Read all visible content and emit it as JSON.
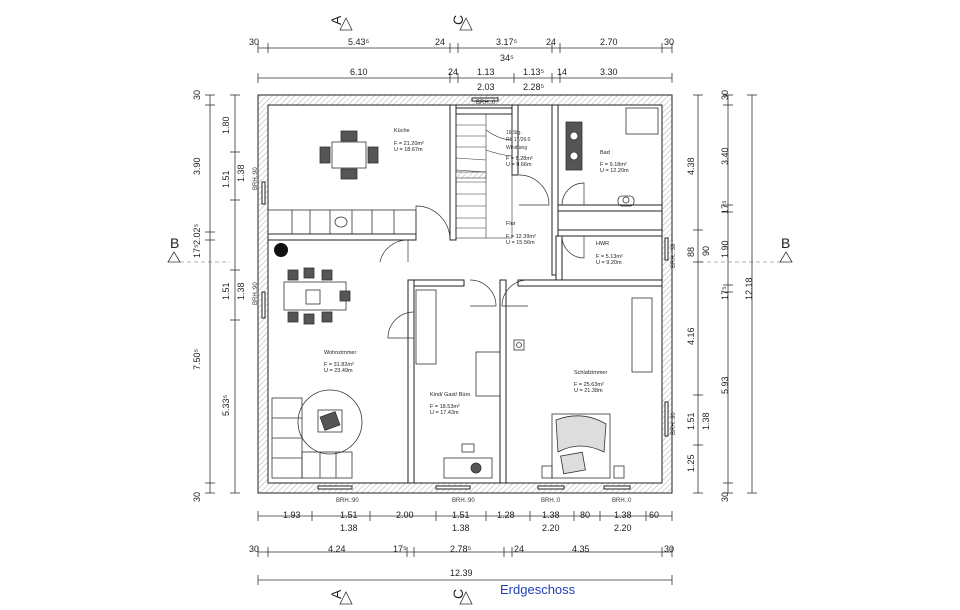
{
  "title": "Erdgeschoss",
  "sections": {
    "a": "A",
    "b": "B",
    "c": "C"
  },
  "dims": {
    "top_row1": [
      "30",
      "5.43⁵",
      "24",
      "3.17⁵",
      "24",
      "2.70",
      "30"
    ],
    "top_total": "34⁵",
    "top_row2": [
      "6.10",
      "24",
      "1.13",
      "1.13⁵",
      "14",
      "3.30"
    ],
    "top_row3": [
      "2.03",
      "2.28⁵"
    ],
    "bottom_row1a": [
      "1.93",
      "1.51",
      "2.00",
      "1.51",
      "1.28",
      "1.38",
      "80",
      "1.38",
      "60"
    ],
    "bottom_row1b": [
      "1.38",
      "1.38",
      "2.20",
      "2.20"
    ],
    "bottom_row2": [
      "30",
      "4.24",
      "17⁵",
      "2.78⁵",
      "24",
      "4.35",
      "30"
    ],
    "bottom_total": "12.39",
    "left_outer": [
      "30",
      "3.90",
      "2.02⁵",
      "17⁵",
      "7.50⁵",
      "30"
    ],
    "left_outer2": [
      "5.33⁵"
    ],
    "left_inner": [
      "1.80",
      "1.51",
      "1.51"
    ],
    "left_inner2": [
      "1.38",
      "1.38"
    ],
    "right_inner": [
      "4.38",
      "88",
      "4.16",
      "1.51",
      "1.25"
    ],
    "right_inner2": [
      "90",
      "1.38"
    ],
    "right_outer": [
      "30",
      "3.40",
      "17⁵",
      "1.90",
      "17⁵",
      "5.93",
      "30"
    ],
    "right_total": "12.18"
  },
  "rooms": [
    {
      "name": "Küche",
      "area": "F = 21.20m²",
      "perim": "U = 18.67m"
    },
    {
      "name": "Wohnzimmer",
      "area": "F = 31.82m²",
      "perim": "U = 23.49m"
    },
    {
      "name": "Flur",
      "area": "F = 12.39m²",
      "perim": "U = 15.56m"
    },
    {
      "name": "Kind/ Gast/ Büro",
      "area": "F = 18.53m²",
      "perim": "U = 17.43m"
    },
    {
      "name": "Schlafzimmer",
      "area": "F = 25.63m²",
      "perim": "U = 21.38m"
    },
    {
      "name": "Bad",
      "area": "F = 9.18m²",
      "perim": "U = 12.20m"
    },
    {
      "name": "HWR",
      "area": "F = 5.13m²",
      "perim": "U = 9.20m"
    },
    {
      "name": "",
      "area": "F = 5.28m²",
      "perim": "U = 9.66m"
    }
  ],
  "stair": {
    "steps": "16 Stg.",
    "ratio": "Rh 17/26.0",
    "label": "Windfang"
  },
  "brh": [
    "BRH.:0",
    "BRH.:90",
    "BRH.:90",
    "BRH.:90",
    "BRH.:90",
    "BRH.:0",
    "BRH.:0",
    "BRH.:90",
    "BRH.: 38"
  ]
}
